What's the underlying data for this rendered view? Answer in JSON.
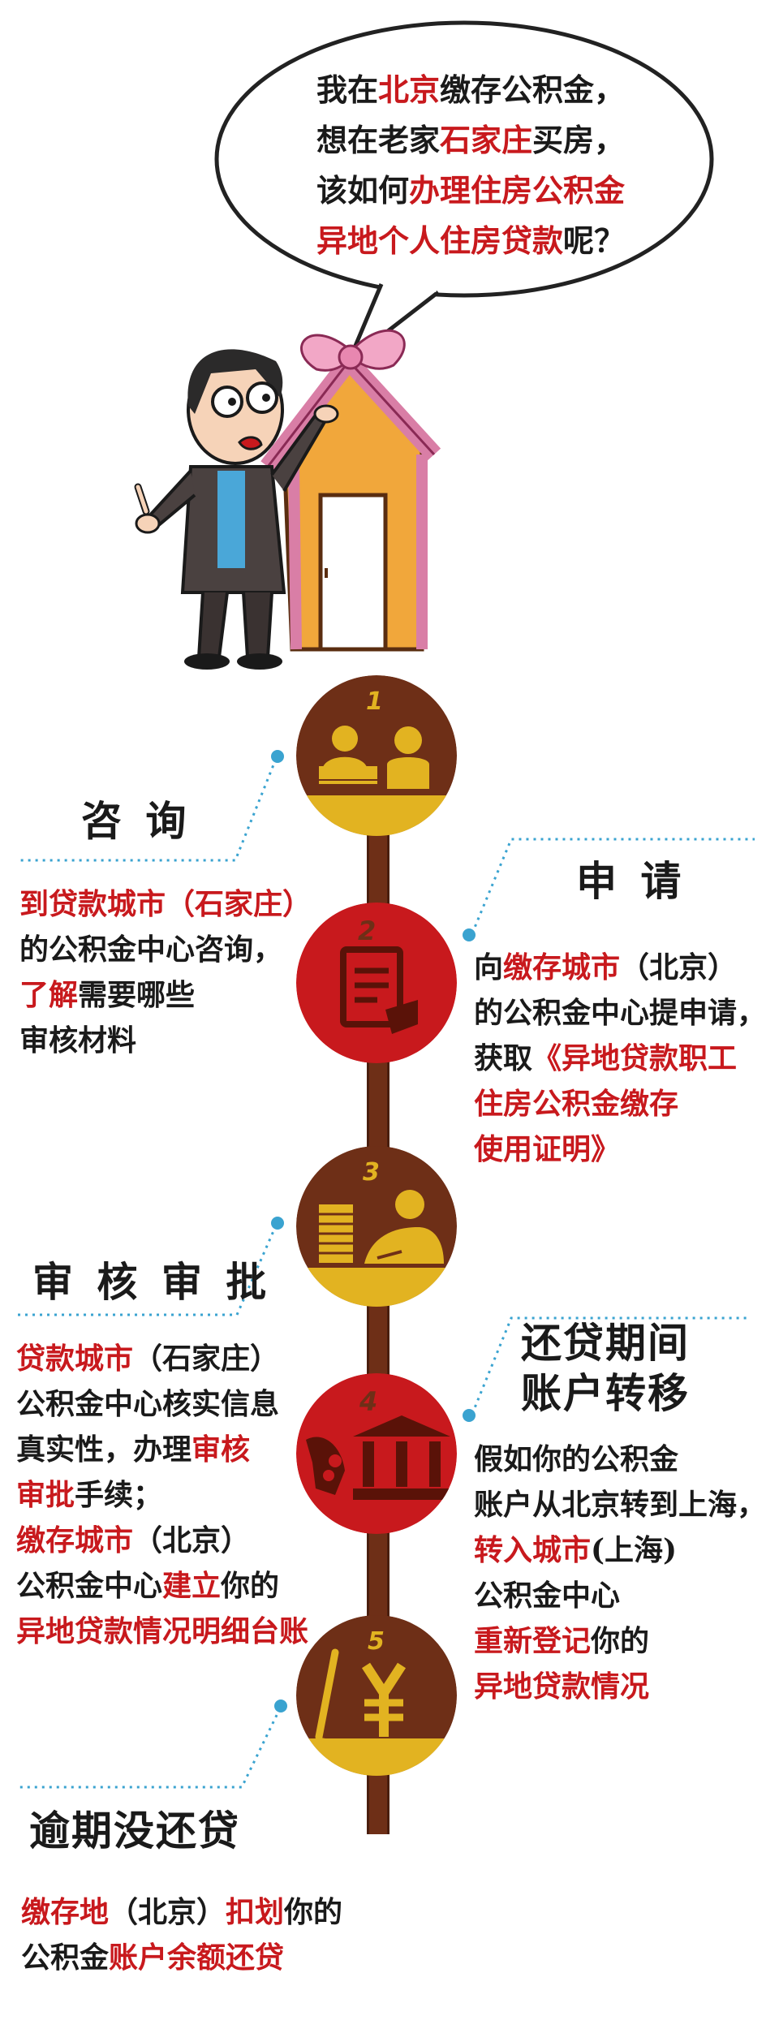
{
  "question": {
    "lines": [
      [
        {
          "t": "我在",
          "c": "k"
        },
        {
          "t": "北京",
          "c": "r"
        },
        {
          "t": "缴存公积金，",
          "c": "k"
        }
      ],
      [
        {
          "t": "想在老家",
          "c": "k"
        },
        {
          "t": "石家庄",
          "c": "r"
        },
        {
          "t": "买房，",
          "c": "k"
        }
      ],
      [
        {
          "t": "该如何",
          "c": "k"
        },
        {
          "t": "办理住房公积金",
          "c": "r"
        }
      ],
      [
        {
          "t": "异地个人住房贷款",
          "c": "r"
        },
        {
          "t": "呢？",
          "c": "k"
        }
      ]
    ]
  },
  "steps": [
    {
      "number": "1",
      "icon": "consult-icon"
    },
    {
      "number": "2",
      "icon": "document-icon"
    },
    {
      "number": "3",
      "icon": "review-icon"
    },
    {
      "number": "4",
      "icon": "bank-transfer-icon"
    },
    {
      "number": "5",
      "icon": "yuan-pen-icon"
    }
  ],
  "sections": {
    "consult": {
      "heading": "咨 询",
      "lines": [
        [
          {
            "t": "到贷款城市（石家庄）",
            "c": "r"
          }
        ],
        [
          {
            "t": "的公积金中心咨询，",
            "c": "k"
          }
        ],
        [
          {
            "t": "了解",
            "c": "r"
          },
          {
            "t": "需要哪些",
            "c": "k"
          }
        ],
        [
          {
            "t": "审核材料",
            "c": "k"
          }
        ]
      ]
    },
    "apply": {
      "heading": "申 请",
      "lines": [
        [
          {
            "t": "向",
            "c": "k"
          },
          {
            "t": "缴存城市",
            "c": "r"
          },
          {
            "t": "（北京）",
            "c": "k"
          }
        ],
        [
          {
            "t": "的公积金中心提申请，",
            "c": "k"
          }
        ],
        [
          {
            "t": "获取",
            "c": "k"
          },
          {
            "t": "《异地贷款职工",
            "c": "r"
          }
        ],
        [
          {
            "t": "住房公积金缴存",
            "c": "r"
          }
        ],
        [
          {
            "t": "使用证明》",
            "c": "r"
          }
        ]
      ]
    },
    "review": {
      "heading": "审 核 审 批",
      "lines": [
        [
          {
            "t": "贷款城市",
            "c": "r"
          },
          {
            "t": "（石家庄）",
            "c": "k"
          }
        ],
        [
          {
            "t": "公积金中心核实信息",
            "c": "k"
          }
        ],
        [
          {
            "t": "真实性，办理",
            "c": "k"
          },
          {
            "t": "审核",
            "c": "r"
          }
        ],
        [
          {
            "t": "审批",
            "c": "r"
          },
          {
            "t": "手续；",
            "c": "k"
          }
        ],
        [
          {
            "t": "缴存城市",
            "c": "r"
          },
          {
            "t": "（北京）",
            "c": "k"
          }
        ],
        [
          {
            "t": "公积金中心",
            "c": "k"
          },
          {
            "t": "建立",
            "c": "r"
          },
          {
            "t": "你的",
            "c": "k"
          }
        ],
        [
          {
            "t": "异地贷款情况明细台账",
            "c": "r"
          }
        ]
      ]
    },
    "transfer": {
      "heading_lines": [
        "还贷期间",
        "账户转移"
      ],
      "lines": [
        [
          {
            "t": "假如你的公积金",
            "c": "k"
          }
        ],
        [
          {
            "t": "账户从北京转到上海，",
            "c": "k"
          }
        ],
        [
          {
            "t": "转入城市",
            "c": "r"
          },
          {
            "t": "(上海)",
            "c": "k"
          }
        ],
        [
          {
            "t": "公积金中心",
            "c": "k"
          }
        ],
        [
          {
            "t": "重新登记",
            "c": "r"
          },
          {
            "t": "你的",
            "c": "k"
          }
        ],
        [
          {
            "t": "异地贷款情况",
            "c": "r"
          }
        ]
      ]
    },
    "overdue": {
      "heading": "逾期没还贷",
      "lines": [
        [
          {
            "t": "缴存地",
            "c": "r"
          },
          {
            "t": "（北京）",
            "c": "k"
          },
          {
            "t": "扣划",
            "c": "r"
          },
          {
            "t": "你的",
            "c": "k"
          }
        ],
        [
          {
            "t": "公积金",
            "c": "k"
          },
          {
            "t": "账户余额还贷",
            "c": "r"
          }
        ]
      ]
    }
  },
  "colors": {
    "red": "#c8191d",
    "brown": "#6e2f17",
    "gold": "#e2b321",
    "dark": "#1a1a1a"
  }
}
